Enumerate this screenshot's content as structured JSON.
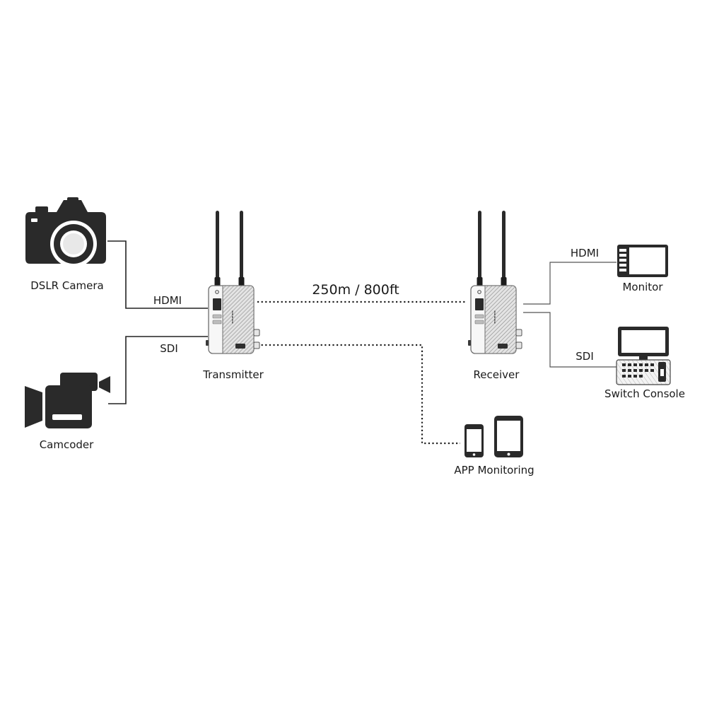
{
  "diagram": {
    "sources": {
      "dslr_camera": "DSLR Camera",
      "camcoder": "Camcoder"
    },
    "links": {
      "tx_hdmi": "HDMI",
      "tx_sdi": "SDI",
      "rx_hdmi": "HDMI",
      "rx_sdi": "SDI",
      "range": "250m / 800ft"
    },
    "devices": {
      "transmitter": "Transmitter",
      "receiver": "Receiver"
    },
    "outputs": {
      "monitor": "Monitor",
      "switch_console": "Switch Console",
      "app_monitoring": "APP Monitoring"
    }
  }
}
